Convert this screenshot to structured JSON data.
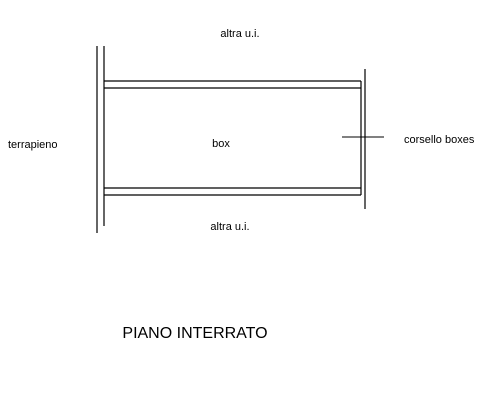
{
  "labels": {
    "top_unit": "altra u.i.",
    "bottom_unit": "altra u.i.",
    "left_side": "terrapieno",
    "right_side": "corsello boxes",
    "center_room": "box",
    "title": "PIANO INTERRATO"
  },
  "colors": {
    "line": "#000000",
    "background": "#ffffff"
  }
}
